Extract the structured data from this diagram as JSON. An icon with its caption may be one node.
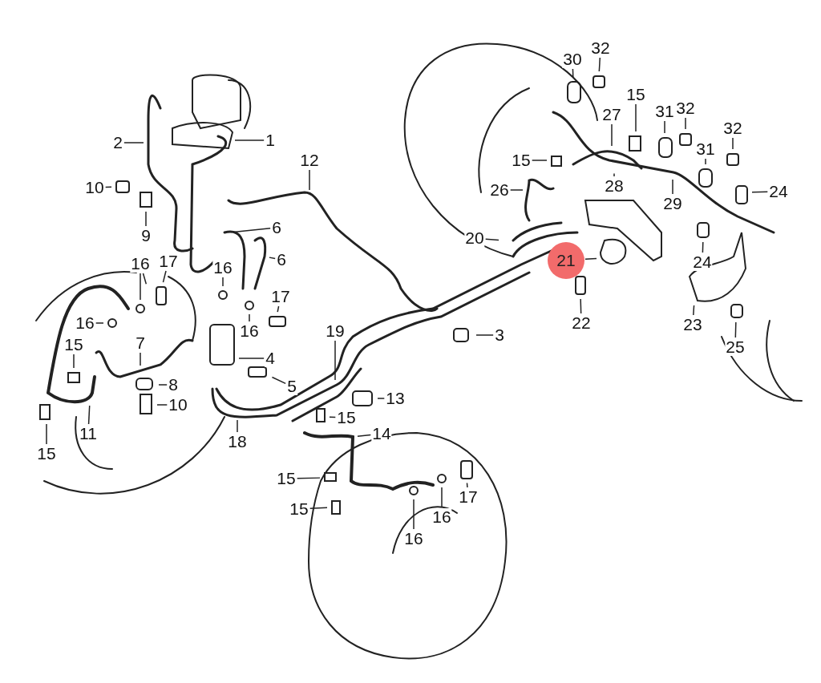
{
  "diagram": {
    "nodes": [
      {
        "text": [
          "1"
        ]
      },
      {
        "text": [
          "2"
        ]
      },
      {
        "text": [
          "3"
        ]
      },
      {
        "text": [
          "4"
        ]
      },
      {
        "text": [
          "5"
        ]
      },
      {
        "text": [
          "6"
        ]
      },
      {
        "text": [
          "6"
        ]
      },
      {
        "text": [
          "7"
        ]
      },
      {
        "text": [
          "8"
        ]
      },
      {
        "text": [
          "9"
        ]
      },
      {
        "text": [
          "10"
        ]
      },
      {
        "text": [
          "10"
        ]
      },
      {
        "text": [
          "11"
        ]
      },
      {
        "text": [
          "12"
        ]
      },
      {
        "text": [
          "13"
        ]
      },
      {
        "text": [
          "14"
        ]
      },
      {
        "text": [
          "15"
        ]
      },
      {
        "text": [
          "15"
        ]
      },
      {
        "text": [
          "15"
        ]
      },
      {
        "text": [
          "15"
        ]
      },
      {
        "text": [
          "15"
        ]
      },
      {
        "text": [
          "15"
        ]
      },
      {
        "text": [
          "15"
        ]
      },
      {
        "text": [
          "16"
        ]
      },
      {
        "text": [
          "16"
        ]
      },
      {
        "text": [
          "16"
        ]
      },
      {
        "text": [
          "16"
        ]
      },
      {
        "text": [
          "16"
        ]
      },
      {
        "text": [
          "16"
        ]
      },
      {
        "text": [
          "17"
        ]
      },
      {
        "text": [
          "17"
        ]
      },
      {
        "text": [
          "17"
        ]
      },
      {
        "text": [
          "20"
        ]
      },
      {
        "text": [
          "21"
        ]
      },
      {
        "text": [
          "22"
        ]
      },
      {
        "text": [
          "23"
        ]
      },
      {
        "text": [
          "24"
        ]
      },
      {
        "text": [
          "24"
        ]
      },
      {
        "text": [
          "25"
        ]
      },
      {
        "text": [
          "26"
        ]
      },
      {
        "text": [
          "27"
        ]
      },
      {
        "text": [
          "28"
        ]
      },
      {
        "text": [
          "29"
        ]
      },
      {
        "text": [
          "30"
        ]
      },
      {
        "text": [
          "31"
        ]
      },
      {
        "text": [
          "31"
        ]
      },
      {
        "text": [
          "32"
        ]
      },
      {
        "text": [
          "32"
        ]
      },
      {
        "text": [
          "32"
        ]
      },
      {
        "text": [
          "18"
        ]
      },
      {
        "text": [
          "19"
        ]
      }
    ],
    "edges": [
      {
        "from": 0,
        "to": null,
        "arrow": "none"
      },
      {
        "from": 1,
        "to": null,
        "arrow": "none"
      },
      {
        "from": 2,
        "to": null,
        "arrow": "none"
      },
      {
        "from": 3,
        "to": null,
        "arrow": "none"
      },
      {
        "from": 4,
        "to": null,
        "arrow": "none"
      },
      {
        "from": 5,
        "to": null,
        "arrow": "none"
      },
      {
        "from": 6,
        "to": null,
        "arrow": "none"
      },
      {
        "from": 7,
        "to": null,
        "arrow": "none"
      },
      {
        "from": 8,
        "to": null,
        "arrow": "none"
      },
      {
        "from": 9,
        "to": null,
        "arrow": "none"
      },
      {
        "from": 10,
        "to": null,
        "arrow": "none"
      },
      {
        "from": 11,
        "to": null,
        "arrow": "none"
      },
      {
        "from": 12,
        "to": null,
        "arrow": "none"
      },
      {
        "from": 13,
        "to": null,
        "arrow": "none"
      },
      {
        "from": 14,
        "to": null,
        "arrow": "none"
      },
      {
        "from": 15,
        "to": null,
        "arrow": "none"
      },
      {
        "from": 16,
        "to": null,
        "arrow": "none"
      },
      {
        "from": 17,
        "to": null,
        "arrow": "none"
      },
      {
        "from": 18,
        "to": null,
        "arrow": "none"
      },
      {
        "from": 19,
        "to": null,
        "arrow": "none"
      },
      {
        "from": 20,
        "to": null,
        "arrow": "none"
      },
      {
        "from": 21,
        "to": null,
        "arrow": "none"
      },
      {
        "from": 22,
        "to": null,
        "arrow": "none"
      },
      {
        "from": 23,
        "to": null,
        "arrow": "none"
      },
      {
        "from": 23,
        "to": null,
        "arrow": "none"
      },
      {
        "from": 24,
        "to": null,
        "arrow": "none"
      },
      {
        "from": 25,
        "to": null,
        "arrow": "none"
      },
      {
        "from": 26,
        "to": null,
        "arrow": "none"
      },
      {
        "from": 27,
        "to": null,
        "arrow": "none"
      },
      {
        "from": 28,
        "to": null,
        "arrow": "none"
      },
      {
        "from": 29,
        "to": null,
        "arrow": "none"
      },
      {
        "from": 30,
        "to": null,
        "arrow": "none"
      },
      {
        "from": 31,
        "to": null,
        "arrow": "none"
      },
      {
        "from": 32,
        "to": null,
        "arrow": "none"
      },
      {
        "from": 33,
        "to": null,
        "arrow": "none"
      },
      {
        "from": 34,
        "to": null,
        "arrow": "none"
      },
      {
        "from": 35,
        "to": null,
        "arrow": "none"
      },
      {
        "from": 36,
        "to": null,
        "arrow": "none"
      },
      {
        "from": 37,
        "to": null,
        "arrow": "none"
      },
      {
        "from": 38,
        "to": null,
        "arrow": "none"
      },
      {
        "from": 39,
        "to": null,
        "arrow": "none"
      },
      {
        "from": 40,
        "to": null,
        "arrow": "none"
      },
      {
        "from": 41,
        "to": null,
        "arrow": "none"
      },
      {
        "from": 42,
        "to": null,
        "arrow": "none"
      },
      {
        "from": 43,
        "to": null,
        "arrow": "none"
      },
      {
        "from": 44,
        "to": null,
        "arrow": "none"
      },
      {
        "from": 45,
        "to": null,
        "arrow": "none"
      },
      {
        "from": 46,
        "to": null,
        "arrow": "none"
      },
      {
        "from": 47,
        "to": null,
        "arrow": "none"
      },
      {
        "from": 48,
        "to": null,
        "arrow": "none"
      },
      {
        "from": 49,
        "to": null,
        "arrow": "none"
      },
      {
        "from": 50,
        "to": null,
        "arrow": "none"
      }
    ]
  }
}
